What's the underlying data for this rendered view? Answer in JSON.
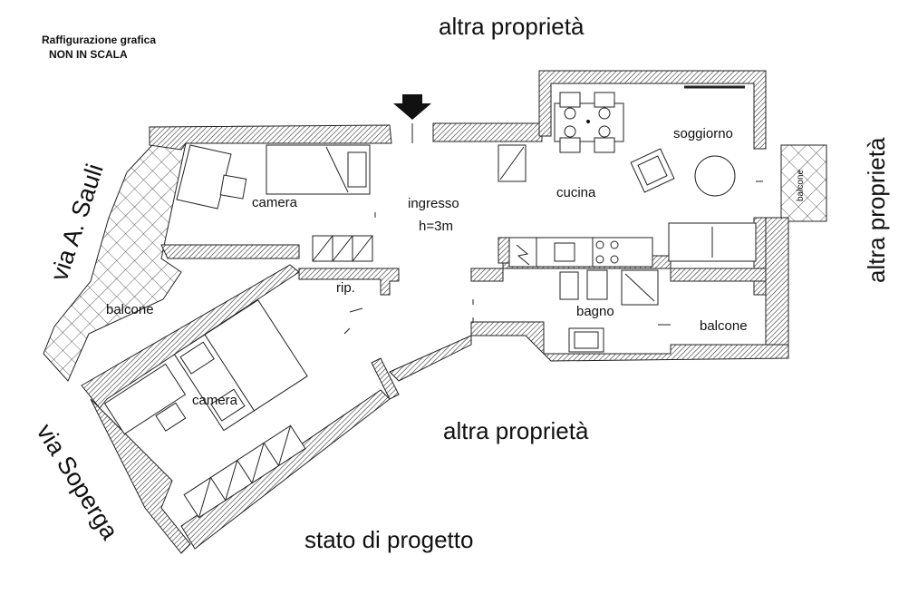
{
  "header": {
    "note_line1": "Raffigurazione grafica",
    "note_line2": "NON IN SCALA"
  },
  "neighbors": {
    "top": "altra proprietà",
    "right": "altra proprietà",
    "bottom": "altra proprietà"
  },
  "streets": {
    "left_upper": "via A. Sauli",
    "left_lower": "via Soperga"
  },
  "rooms": {
    "camera_top": "camera",
    "ingresso": "ingresso",
    "height": "h=3m",
    "cucina": "cucina",
    "soggiorno": "soggiorno",
    "rip": "rip.",
    "bagno": "bagno",
    "balcone_right": "balcone",
    "balcone_left": "balcone",
    "balcone_small": "balcone",
    "camera_bottom": "camera"
  },
  "footer": {
    "caption": "stato di progetto"
  },
  "icons": {
    "entrance": "entrance-arrow-icon"
  }
}
